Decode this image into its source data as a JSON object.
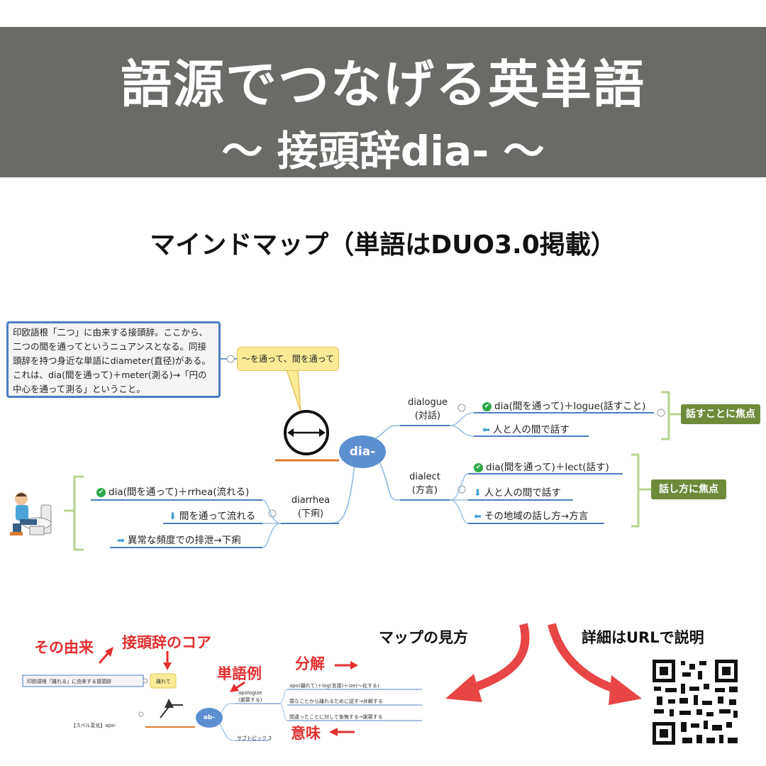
{
  "banner": {
    "title": "語源でつなげる英単語",
    "subtitle": "〜 接頭辞dia- 〜"
  },
  "heading": "マインドマップ（単語はDUO3.0掲載）",
  "mindmap": {
    "origin_note": "印欧語根「二つ」に由来する接頭辞。ここから、二つの間を通ってというニュアンスとなる。同接頭辞を持つ身近な単語にdiameter(直径)がある。これは、dia(間を通って)＋meter(測る)→「円の中心を通って測る」ということ。",
    "core_callout": "〜を通って、間を通って",
    "center": "dia-",
    "words": [
      {
        "word": "dialogue",
        "meaning": "(対話)",
        "items": [
          "dia(間を通って)＋logue(話すこと)",
          "人と人の間で話す"
        ],
        "focus": "話すことに焦点"
      },
      {
        "word": "dialect",
        "meaning": "(方言)",
        "items": [
          "dia(間を通って)＋lect(話す)",
          "人と人の間で話す",
          "その地域の話し方→方言"
        ],
        "focus": "話し方に焦点"
      },
      {
        "word": "diarrhea",
        "meaning": "(下痢)",
        "items": [
          "dia(間を通って)＋rrhea(流れる)",
          "間を通って流れる",
          "異常な頻度での排泄→下痢"
        ]
      }
    ]
  },
  "guide": {
    "heading_left": "マップの見方",
    "heading_right": "詳細はURLで説明",
    "labels": {
      "origin": "その由来",
      "core": "接頭辞のコア",
      "example": "単語例",
      "breakdown": "分解",
      "meaning": "意味"
    },
    "mini": {
      "origin_text": "印欧語根「離れる」に由来する接頭辞",
      "core_text": "離れて",
      "center": "ab-",
      "word": "apologize",
      "word_meaning": "(謝罪する)",
      "item1": "apo(離れて)＋log(言語)＋ize(〜化する)",
      "item2": "罪なことから離れるために話す→弁解する",
      "item3": "間違ったことに対して後悔する→謝罪する",
      "spell": "【スペル変化】apo-",
      "subtopic": "サブトピック 3"
    }
  },
  "colors": {
    "banner": "#6a6b66",
    "center_node": "#5b8fd0",
    "focus_tag": "#6f8b3a",
    "note_border": "#4a7fc0",
    "guide_red": "#e23030"
  }
}
